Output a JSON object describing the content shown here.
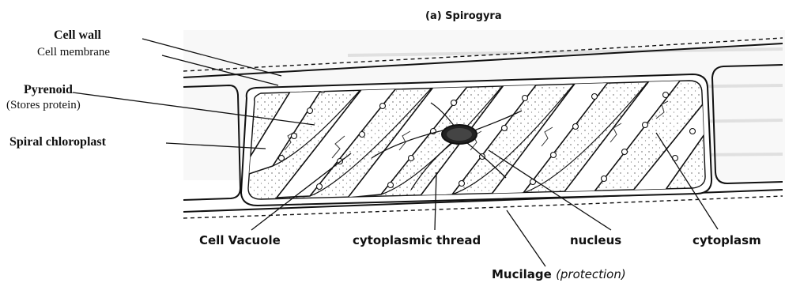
{
  "figure": {
    "title": "(a) Spirogyra"
  },
  "labels": {
    "cell_wall": "Cell wall",
    "cell_membrane": "Cell membrane",
    "pyrenoid": "Pyrenoid",
    "pyrenoid_note": "(Stores protein)",
    "spiral_chloroplast": "Spiral chloroplast",
    "cell_vacuole": "Cell Vacuole",
    "cytoplasmic_thread": "cytoplasmic thread",
    "nucleus": "nucleus",
    "cytoplasm": "cytoplasm",
    "mucilage": "Mucilage",
    "mucilage_note": "(protection)"
  },
  "colors": {
    "ink": "#111111",
    "paper": "#ffffff",
    "watermark": "#b4b4b4"
  }
}
